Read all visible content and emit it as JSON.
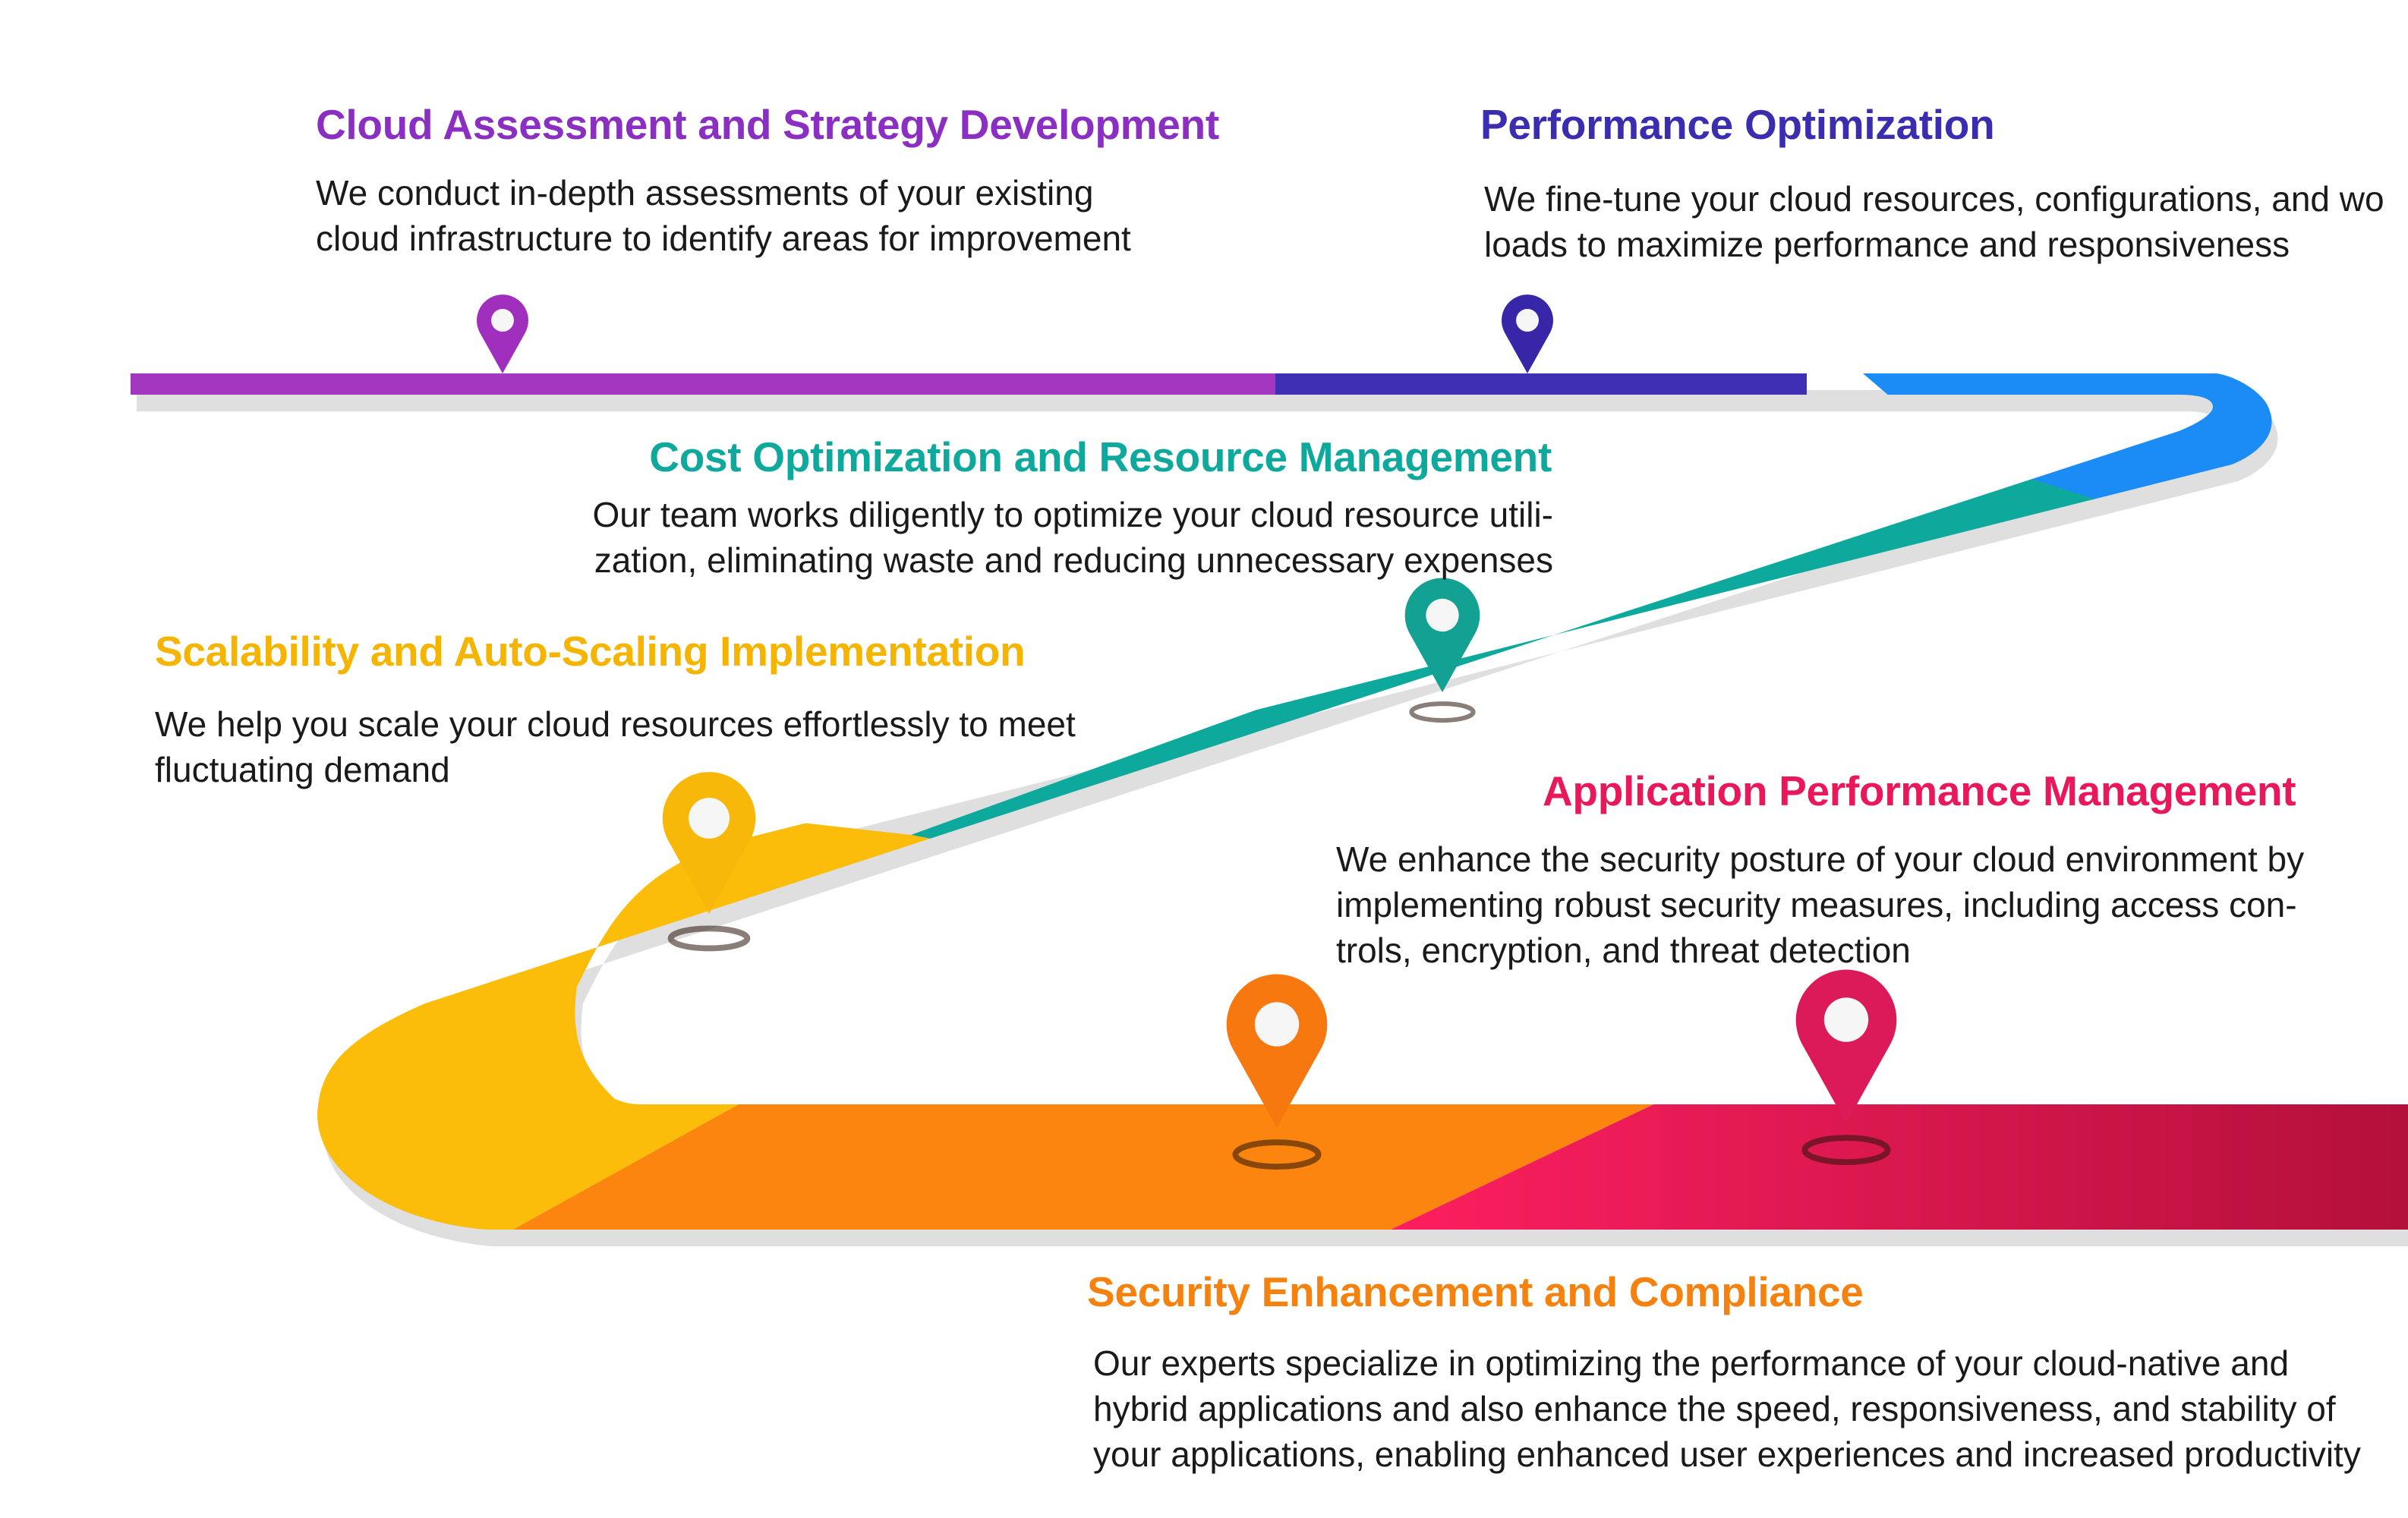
{
  "steps": [
    {
      "title": "Cloud Assessment and Strategy Development",
      "description_lines": [
        "We conduct in-depth assessments of your existing",
        "cloud infrastructure to identify areas for improvement"
      ],
      "color": "#8a2fc2"
    },
    {
      "title": "Performance Optimization",
      "description_lines": [
        "We fine-tune your cloud resources, configurations, and wo",
        "loads to maximize performance and responsiveness"
      ],
      "color": "#3b2db0"
    },
    {
      "title": "Cost Optimization and Resource Management",
      "description_lines": [
        "Our team works diligently to optimize your cloud resource utili-",
        "zation, eliminating waste and reducing unnecessary expenses"
      ],
      "color": "#0fa89c"
    },
    {
      "title": "Scalability and Auto-Scaling Implementation",
      "description_lines": [
        "We help you scale your cloud resources effortlessly to meet",
        "fluctuating demand"
      ],
      "color": "#f5b400"
    },
    {
      "title": "Application Performance Management",
      "description_lines": [
        "We enhance the security posture of your cloud environment by",
        "implementing robust security measures, including access con-",
        "trols, encryption, and threat detection"
      ],
      "color": "#e8185a"
    },
    {
      "title": "Security Enhancement and Compliance",
      "description_lines": [
        "Our experts specialize in optimizing the performance of your cloud-native and",
        "hybrid applications and also enhance the speed, responsiveness, and stability of",
        "your applications, enabling enhanced user experiences and increased productivity"
      ],
      "color": "#f5820f"
    }
  ],
  "road_colors": {
    "purple": "#a437c0",
    "indigo": "#3f2fb5",
    "blue": "#1b8cf5",
    "teal": "#0ea99d",
    "yellow": "#fbbd0a",
    "orange": "#fb850e",
    "pink": "#ef1d5c",
    "crimson": "#b8123f",
    "shadow": "#d4d4d4"
  },
  "pin_colors": {
    "purple": "#a02fbe",
    "indigo": "#3727a8",
    "teal": "#12a193",
    "yellow": "#f8b80a",
    "orange": "#f7780f",
    "pink": "#dc1a5a"
  }
}
